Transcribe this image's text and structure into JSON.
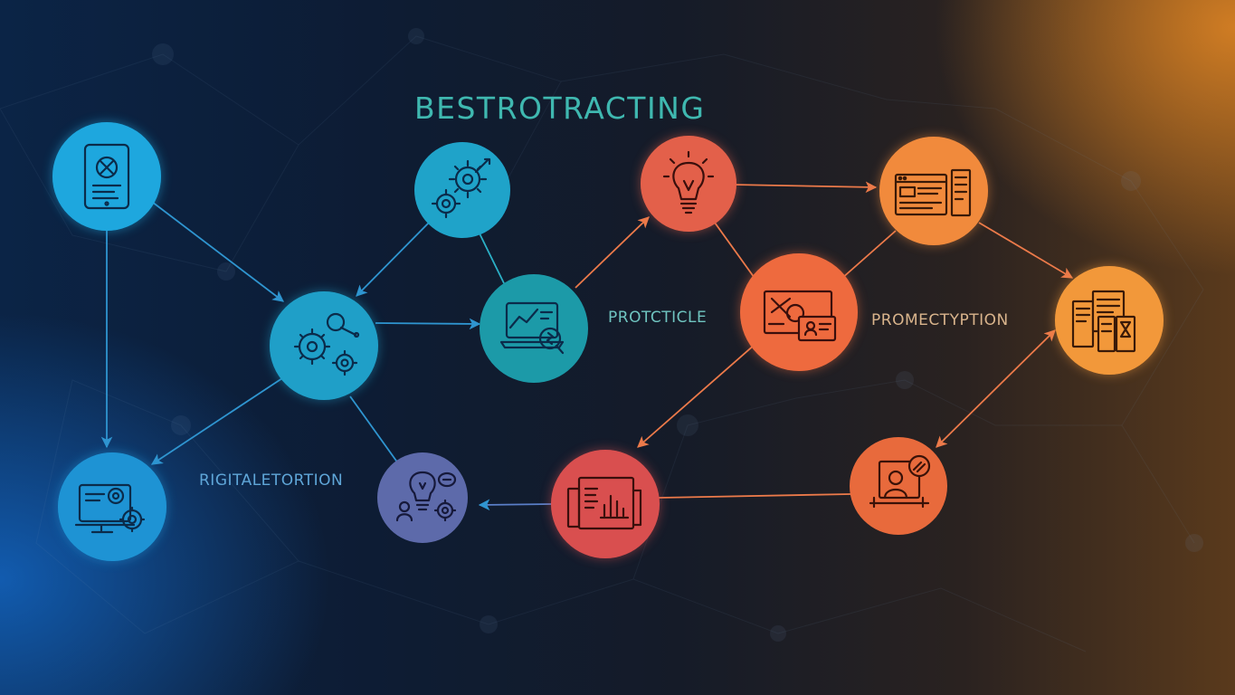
{
  "diagram": {
    "title": "BESTROTRACTING",
    "labels": {
      "protcticle": "PROTCTICLE",
      "promectyption": "PROMECTYPTION",
      "rigitaletortion": "RIGITALETORTION"
    },
    "node_icons": [
      {
        "id": "n1",
        "icon": "tablet-icon",
        "color": "#1ea7de"
      },
      {
        "id": "n2",
        "icon": "gears-icon",
        "color": "#1fa3c9"
      },
      {
        "id": "n3",
        "icon": "gears-magnifier-icon",
        "color": "#1f9fc8"
      },
      {
        "id": "n4",
        "icon": "monitor-gears-icon",
        "color": "#1e93d4"
      },
      {
        "id": "n5",
        "icon": "laptop-chart-icon",
        "color": "#1c9aa8"
      },
      {
        "id": "n6",
        "icon": "lightbulb-people-icon",
        "color": "#5d6aaa"
      },
      {
        "id": "n7",
        "icon": "lightbulb-icon",
        "color": "#e3604a"
      },
      {
        "id": "n8",
        "icon": "image-card-icon",
        "color": "#ee6a3e"
      },
      {
        "id": "n9",
        "icon": "document-chart-icon",
        "color": "#d94f4f"
      },
      {
        "id": "n10",
        "icon": "browser-layout-icon",
        "color": "#f18a3c"
      },
      {
        "id": "n11",
        "icon": "person-screen-icon",
        "color": "#e86a3c"
      },
      {
        "id": "n12",
        "icon": "documents-icon",
        "color": "#f2983a"
      }
    ],
    "edges": [
      {
        "from": "n1",
        "to": "n3"
      },
      {
        "from": "n1",
        "to": "n4"
      },
      {
        "from": "n2",
        "to": "n3"
      },
      {
        "from": "n2",
        "to": "n5"
      },
      {
        "from": "n3",
        "to": "n5"
      },
      {
        "from": "n3",
        "to": "n4"
      },
      {
        "from": "n3",
        "to": "n6"
      },
      {
        "from": "n5",
        "to": "n7"
      },
      {
        "from": "n7",
        "to": "n10"
      },
      {
        "from": "n7",
        "to": "n8"
      },
      {
        "from": "n8",
        "to": "n10"
      },
      {
        "from": "n8",
        "to": "n9"
      },
      {
        "from": "n10",
        "to": "n12"
      },
      {
        "from": "n11",
        "to": "n9"
      },
      {
        "from": "n11",
        "to": "n12"
      },
      {
        "from": "n9",
        "to": "n6"
      }
    ]
  }
}
